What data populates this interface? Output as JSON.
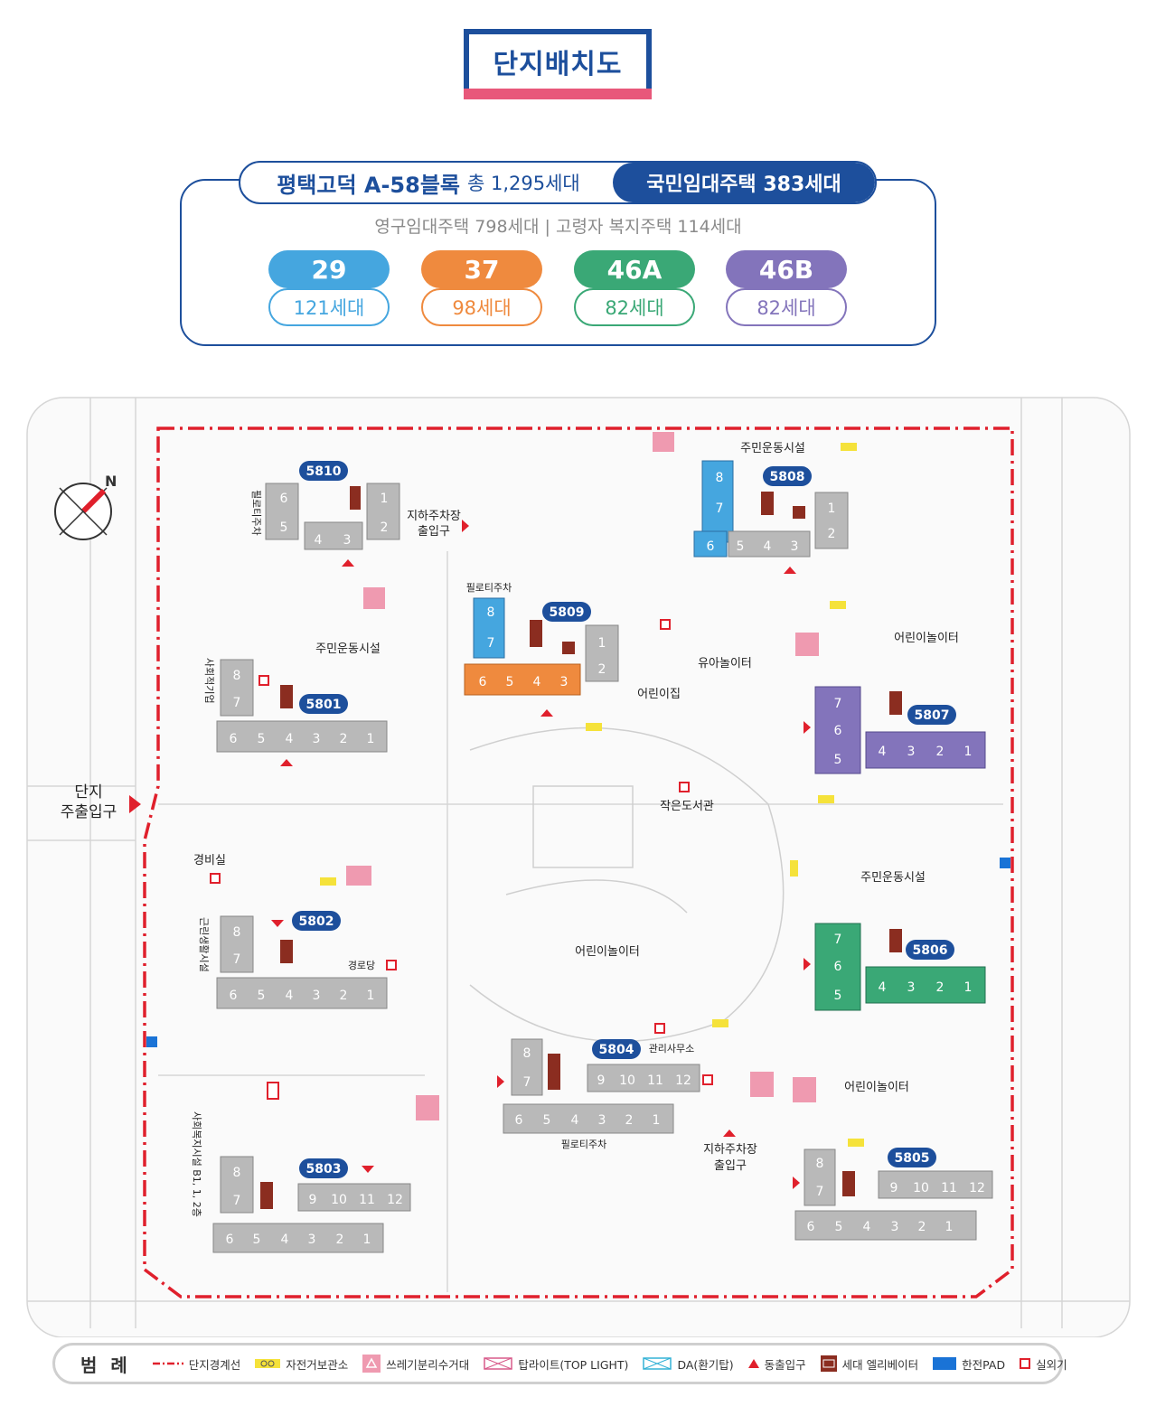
{
  "title": "단지배치도",
  "summary": {
    "block_name": "평택고덕 A-58블록",
    "total": "총 1,295세대",
    "national_rental": "국민임대주택 383세대",
    "sub": "영구임대주택 798세대 | 고령자 복지주택 114세대"
  },
  "unit_types": [
    {
      "type": "29",
      "count": "121세대",
      "color": "#45a6df"
    },
    {
      "type": "37",
      "count": "98세대",
      "color": "#ef8a3e"
    },
    {
      "type": "46A",
      "count": "82세대",
      "color": "#3aa876"
    },
    {
      "type": "46B",
      "count": "82세대",
      "color": "#8374bb"
    }
  ],
  "colors": {
    "navy": "#1d4f9c",
    "boundary": "#e0202c",
    "pink": "#e8587a",
    "building_gray": "#b9b9b9"
  },
  "map": {
    "compass": "N",
    "entrance": "단지\n주출입구",
    "buildings": [
      {
        "id": "5810",
        "label": "5810"
      },
      {
        "id": "5808",
        "label": "5808"
      },
      {
        "id": "5809",
        "label": "5809"
      },
      {
        "id": "5801",
        "label": "5801"
      },
      {
        "id": "5807",
        "label": "5807"
      },
      {
        "id": "5802",
        "label": "5802"
      },
      {
        "id": "5806",
        "label": "5806"
      },
      {
        "id": "5804",
        "label": "5804"
      },
      {
        "id": "5805",
        "label": "5805"
      },
      {
        "id": "5803",
        "label": "5803"
      }
    ],
    "facilities": {
      "pilotis_parking_1": "필로티주차",
      "pilotis_parking_2": "필로티주차",
      "pilotis_parking_3": "필로티주차",
      "underground_parking_1": "지하주차장\n출입구",
      "underground_parking_2": "지하주차장\n출입구",
      "fitness_1": "주민운동시설",
      "fitness_2": "주민운동시설",
      "fitness_3": "주민운동시설",
      "playground_1": "어린이놀이터",
      "playground_2": "어린이놀이터",
      "playground_3": "어린이놀이터",
      "infant_playground": "유아놀이터",
      "daycare": "어린이집",
      "library": "작은도서관",
      "guard": "경비실",
      "senior_center": "경로당",
      "management": "관리사무소",
      "social_welfare": "사회복지시설 B1, 1, 2층",
      "neighborhood": "근린생활시설",
      "social_enterprise": "사회적기업"
    }
  },
  "legend": {
    "title": "범 례",
    "items": [
      {
        "key": "boundary",
        "label": "단지경계선"
      },
      {
        "key": "bicycle",
        "label": "자전거보관소"
      },
      {
        "key": "recycle",
        "label": "쓰레기분리수거대"
      },
      {
        "key": "toplight",
        "label": "탑라이트(TOP LIGHT)"
      },
      {
        "key": "da",
        "label": "DA(환기탑)"
      },
      {
        "key": "entrance",
        "label": "동출입구"
      },
      {
        "key": "ev",
        "label": "세대 엘리베이터"
      },
      {
        "key": "pad",
        "label": "한전PAD"
      },
      {
        "key": "outdoor",
        "label": "실외기"
      }
    ]
  }
}
